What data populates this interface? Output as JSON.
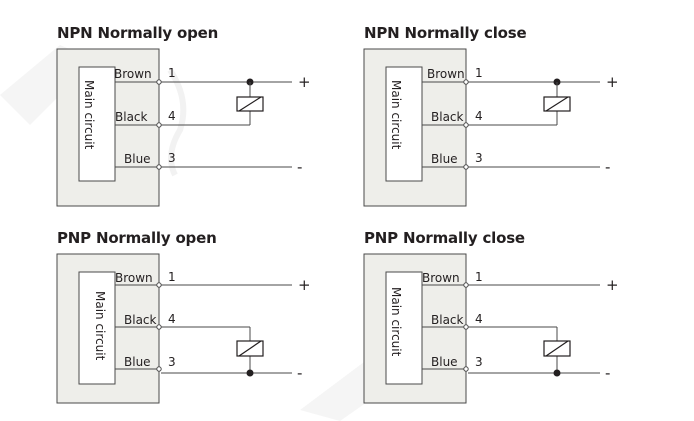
{
  "colors": {
    "ink": "#231f20",
    "wire": "#4a4a4a",
    "housing": "#eeeeea",
    "circuit": "#ffffff",
    "watermark": "#f4f4f4"
  },
  "labels": {
    "main_circuit": "Main circuit",
    "wire_brown": "Brown",
    "wire_black": "Black",
    "wire_blue": "Blue",
    "pin_brown": "1",
    "pin_black": "4",
    "pin_blue": "3",
    "positive": "+",
    "negative": "-"
  },
  "diagrams": {
    "npn_open": {
      "title": "NPN Normally open"
    },
    "npn_close": {
      "title": "NPN Normally close"
    },
    "pnp_open": {
      "title": "PNP Normally open"
    },
    "pnp_close": {
      "title": "PNP Normally close"
    }
  }
}
